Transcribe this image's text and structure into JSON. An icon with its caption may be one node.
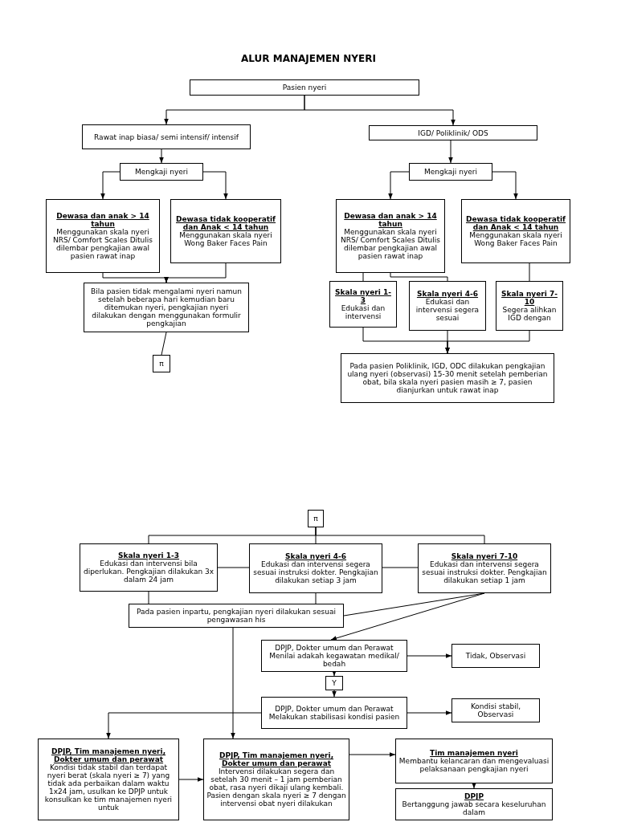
{
  "diagram": {
    "title": "ALUR MANAJEMEN NYERI",
    "nodes": [
      {
        "text": [
          "Pasien nyeri"
        ]
      },
      {
        "text": [
          "Rawat inap biasa/ semi intensif/ intensif"
        ]
      },
      {
        "text": [
          "IGD/ Poliklinik/ ODS"
        ]
      },
      {
        "text": [
          "Mengkaji nyeri"
        ]
      },
      {
        "text": [
          "Mengkaji nyeri"
        ]
      },
      {
        "text": [
          "Dewasa dan anak > 14 tahun",
          "Menggunakan skala nyeri NRS/ Comfort Scales Ditulis dilembar pengkajian awal pasien rawat inap"
        ]
      },
      {
        "text": [
          "Dewasa tidak kooperatif dan Anak < 14 tahun",
          "Menggunakan skala nyeri Wong Baker Faces Pain"
        ]
      },
      {
        "text": [
          "Bila pasien tidak mengalami nyeri namun setelah beberapa hari kemudian baru ditemukan nyeri, pengkajian nyeri dilakukan dengan menggunakan formulir pengkajian"
        ]
      },
      {
        "text": [
          "π"
        ]
      },
      {
        "text": [
          "Dewasa dan anak > 14 tahun",
          "Menggunakan skala nyeri NRS/ Comfort Scales Ditulis dilembar pengkajian awal pasien rawat inap"
        ]
      },
      {
        "text": [
          "Dewasa tidak kooperatif dan Anak < 14 tahun",
          "Menggunakan skala nyeri Wong Baker Faces Pain"
        ]
      },
      {
        "text": [
          "Skala nyeri 1-3",
          "Edukasi dan intervensi"
        ]
      },
      {
        "text": [
          "Skala nyeri 4-6",
          "Edukasi dan intervensi segera sesuai"
        ]
      },
      {
        "text": [
          "Skala nyeri 7-10",
          "Segera alihkan IGD dengan"
        ]
      },
      {
        "text": [
          "Pada pasien Poliklinik, IGD, ODC dilakukan pengkajian ulang nyeri (observasi) 15-30 menit setelah pemberian obat, bila skala nyeri pasien masih ≥ 7, pasien dianjurkan untuk rawat inap"
        ]
      },
      {
        "text": [
          "π"
        ]
      },
      {
        "text": [
          "Skala nyeri 1-3",
          "Edukasi dan intervensi bila diperlukan. Pengkajian dilakukan 3x dalam 24 jam"
        ]
      },
      {
        "text": [
          "Skala nyeri 4-6",
          "Edukasi dan intervensi segera sesuai instruksi dokter. Pengkajian dilakukan setiap 3 jam"
        ]
      },
      {
        "text": [
          "Skala nyeri 7-10",
          "Edukasi dan intervensi segera sesuai instruksi dokter. Pengkajian dilakukan setiap 1 jam"
        ]
      },
      {
        "text": [
          "Pada pasien inpartu, pengkajian nyeri dilakukan sesuai pengawasan his"
        ]
      },
      {
        "text": [
          "DPJP, Dokter umum dan Perawat Menilai adakah kegawatan medikal/ bedah"
        ]
      },
      {
        "text": [
          "Tidak, Observasi"
        ]
      },
      {
        "text": [
          "Y"
        ]
      },
      {
        "text": [
          "DPJP, Dokter umum dan Perawat Melakukan stabilisasi kondisi pasien"
        ]
      },
      {
        "text": [
          "Kondisi stabil, Observasi"
        ]
      },
      {
        "text": [
          "DPJP, Tim manajemen nyeri, Dokter umum dan perawat",
          "Kondisi tidak stabil dan terdapat nyeri berat (skala nyeri ≥ 7) yang tidak ada perbaikan dalam waktu 1x24 jam, usulkan ke DPJP untuk konsulkan ke tim manajemen nyeri untuk"
        ]
      },
      {
        "text": [
          "DPJP, Tim manajemen nyeri, Dokter umum dan perawat",
          "Intervensi dilakukan segera dan setelah 30 menit – 1 jam pemberian obat, rasa nyeri dikaji ulang kembali. Pasien dengan skala nyeri ≥ 7 dengan intervensi obat nyeri dilakukan"
        ]
      },
      {
        "text": [
          "Tim manajemen nyeri",
          "Membantu kelancaran dan mengevaluasi pelaksanaan pengkajian nyeri"
        ]
      },
      {
        "text": [
          "DPJP",
          "Bertanggung jawab secara keseluruhan dalam"
        ]
      }
    ],
    "edges": [
      {
        "from": 0,
        "to": 1,
        "arrow": "to"
      },
      {
        "from": 0,
        "to": 2,
        "arrow": "to"
      },
      {
        "from": 1,
        "to": 3,
        "arrow": "to"
      },
      {
        "from": 3,
        "to": 5,
        "arrow": "to"
      },
      {
        "from": 3,
        "to": 6,
        "arrow": "to"
      },
      {
        "from": 2,
        "to": 4,
        "arrow": "to"
      },
      {
        "from": 4,
        "to": 9,
        "arrow": "to"
      },
      {
        "from": 4,
        "to": 10,
        "arrow": "to"
      },
      {
        "from": 5,
        "to": 7,
        "arrow": "to"
      },
      {
        "from": 6,
        "to": 7,
        "arrow": "to"
      },
      {
        "from": 7,
        "to": 8,
        "arrow": "none"
      },
      {
        "from": 9,
        "to": 11,
        "arrow": "none"
      },
      {
        "from": 9,
        "to": 12,
        "arrow": "none"
      },
      {
        "from": 10,
        "to": 13,
        "arrow": "none"
      },
      {
        "from": 11,
        "to": 14,
        "arrow": "to"
      },
      {
        "from": 12,
        "to": 14,
        "arrow": "to"
      },
      {
        "from": 13,
        "to": 14,
        "arrow": "to"
      },
      {
        "from": 15,
        "to": 16,
        "arrow": "none"
      },
      {
        "from": 15,
        "to": 17,
        "arrow": "none"
      },
      {
        "from": 15,
        "to": 18,
        "arrow": "none"
      },
      {
        "from": 16,
        "to": 17,
        "arrow": "none"
      },
      {
        "from": 17,
        "to": 18,
        "arrow": "none"
      },
      {
        "from": 16,
        "to": 19,
        "arrow": "none"
      },
      {
        "from": 17,
        "to": 19,
        "arrow": "none"
      },
      {
        "from": 18,
        "to": 19,
        "arrow": "none"
      },
      {
        "from": 18,
        "to": 20,
        "arrow": "to"
      },
      {
        "from": 19,
        "to": 26,
        "arrow": "to"
      },
      {
        "from": 20,
        "to": 21,
        "arrow": "to"
      },
      {
        "from": 20,
        "to": 22,
        "arrow": "to"
      },
      {
        "from": 22,
        "to": 23,
        "arrow": "to"
      },
      {
        "from": 23,
        "to": 24,
        "arrow": "to"
      },
      {
        "from": 23,
        "to": 25,
        "arrow": "to"
      },
      {
        "from": 25,
        "to": 26,
        "arrow": "to"
      },
      {
        "from": 26,
        "to": 27,
        "arrow": "to"
      },
      {
        "from": 27,
        "to": 28,
        "arrow": "to"
      }
    ]
  }
}
